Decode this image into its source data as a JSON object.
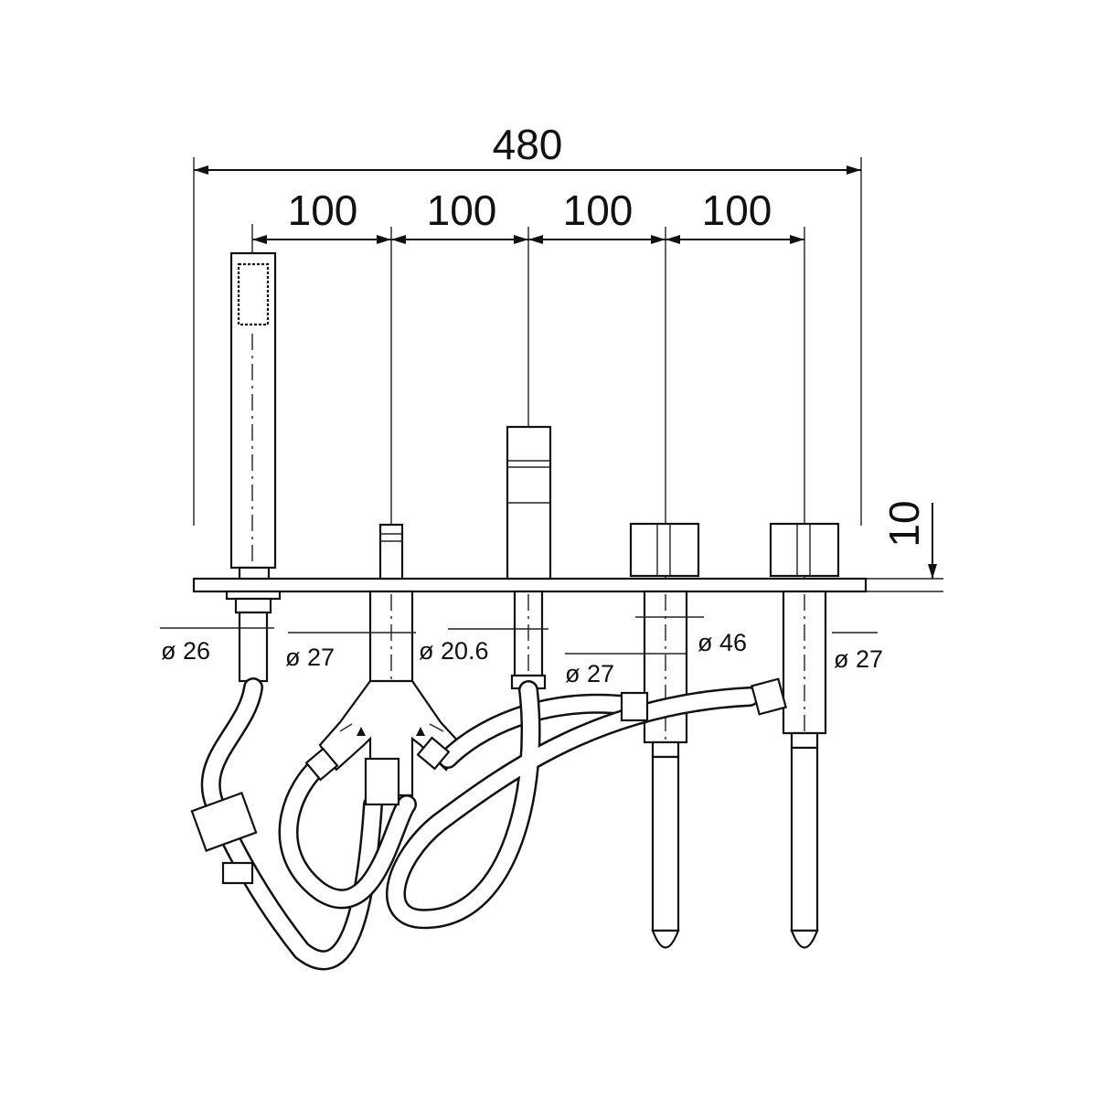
{
  "dimensions": {
    "overall_width": "480",
    "spacing_1": "100",
    "spacing_2": "100",
    "spacing_3": "100",
    "spacing_4": "100",
    "deck_height": "10"
  },
  "diameters": {
    "hand_shower_base": "ø 26",
    "diverter_base": "ø 27",
    "spout_base": "ø 20.6",
    "valve_1_shank": "ø 27",
    "valve_1_body": "ø 46",
    "valve_2_shank": "ø 27"
  }
}
